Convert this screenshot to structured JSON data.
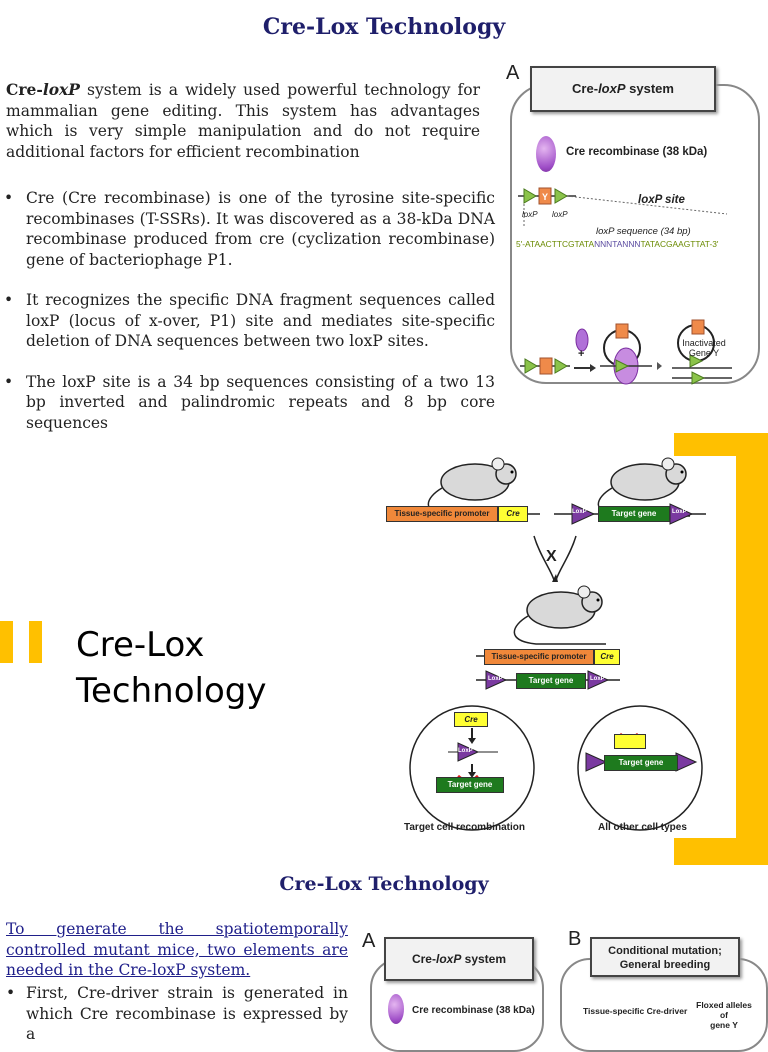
{
  "slide1": {
    "title": "Cre-Lox Technology",
    "intro_bold_1": "Cre-",
    "intro_bold_2": "loxP",
    "intro_rest": " system is a widely used powerful technology for mammalian gene editing. This system has advantages which is very simple manipulation and do not require additional factors for efficient recombination",
    "bullets": [
      "Cre (Cre recombinase) is one of the tyrosine site-specific recombinases (T-SSRs). It was discovered as a 38-kDa DNA recombinase produced from cre (cyclization recombinase) gene of bacteriophage P1.",
      " It recognizes the specific DNA fragment sequences called loxP (locus of x-over, P1) site and mediates site-specific deletion of DNA sequences between two loxP sites.",
      "The loxP site is a 34 bp sequences consisting of a two 13 bp inverted and palindromic repeats and 8 bp core sequences"
    ],
    "figure": {
      "panel_letter": "A",
      "box_title_1": "Cre-",
      "box_title_2": "loxP",
      "box_title_3": " system",
      "cre_label": "Cre recombinase (38 kDa)",
      "loxp_site_label": "loxP site",
      "loxp_left": "loxP",
      "loxp_right": "loxP",
      "y_label": "Y",
      "sequence_label": "loxP sequence (34 bp)",
      "sequence_a": "5'-ATAACTTCGTATA",
      "sequence_b": "NNNTANNN",
      "sequence_c": "TATACGAAGTTAT-3'",
      "plus": "+",
      "inactivated_1": "Inactivated",
      "inactivated_2": "Gene Y"
    }
  },
  "slide2": {
    "section_title_1": "Cre-Lox",
    "section_title_2": "Technology",
    "accent_color": "#FFC000",
    "diagram": {
      "promoter": "Tissue-specific promoter",
      "cre": "Cre",
      "loxp": "LoxP",
      "target": "Target gene",
      "cross": "X",
      "target_cell": "Target cell recombination",
      "other_cells": "All other cell types"
    }
  },
  "slide3": {
    "title": "Cre-Lox Technology",
    "link_text": "To generate the spatiotemporally controlled mutant mice, two elements are needed in the Cre-loxP system.",
    "bullet_1": "First, Cre-driver strain is generated in which Cre recombinase is expressed by a",
    "panel_a_letter": "A",
    "panel_a_title_1": "Cre-",
    "panel_a_title_2": "loxP",
    "panel_a_title_3": " system",
    "panel_a_cre": "Cre recombinase (38 kDa)",
    "panel_b_letter": "B",
    "panel_b_title_1": "Conditional mutation;",
    "panel_b_title_2": "General breeding",
    "panel_b_left": "Tissue-specific Cre-driver",
    "panel_b_right_1": "Floxed alleles of",
    "panel_b_right_2": "gene Y"
  }
}
